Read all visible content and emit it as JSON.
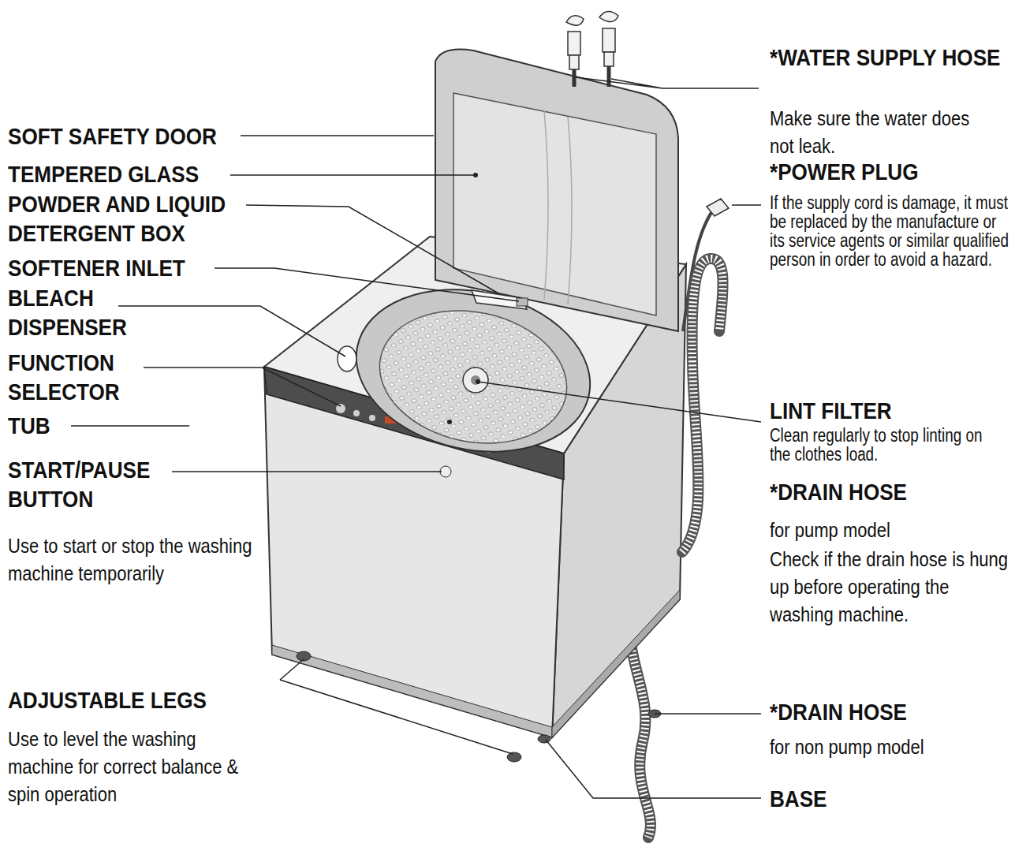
{
  "diagram": {
    "labels": [
      "SOFT SAFETY DOOR",
      "TEMPERED GLASS",
      "POWDER AND LIQUID DETERGENT BOX",
      "SOFTENER INLET",
      "BLEACH DISPENSER",
      "FUNCTION SELECTOR",
      "TUB",
      "START/PAUSE BUTTON",
      "Use to start or stop the washing machine temporarily",
      "ADJUSTABLE LEGS",
      "Use to level the washing machine for correct balance & spin operation",
      "*WATER SUPPLY HOSE",
      "Make sure the water does not leak.",
      "*POWER PLUG",
      "If the supply cord is damage, it must be replaced by the manufacture or its service agents or similar qualified person in order to avoid a hazard.",
      "LINT FILTER",
      "Clean regularly to stop linting on the clothes load.",
      "*DRAIN HOSE",
      "for pump model",
      "Check if the drain hose is hung up before operating the washing machine.",
      "*DRAIN HOSE",
      "for non pump model",
      "BASE"
    ]
  }
}
